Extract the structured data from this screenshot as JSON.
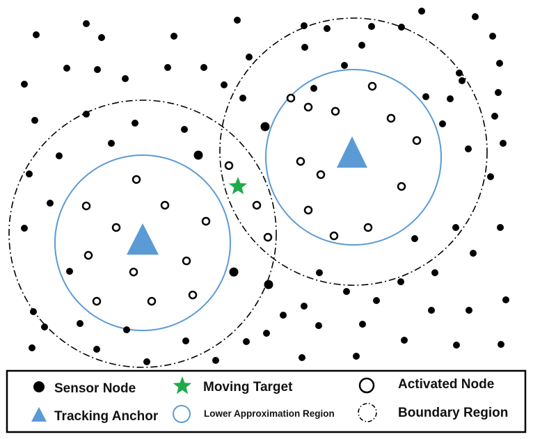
{
  "colors": {
    "sensor_node": "#000000",
    "activated_node_stroke": "#000000",
    "tracking_anchor": "#5b9bd5",
    "lower_region": "#5b9bd5",
    "boundary_region": "#000000",
    "moving_target": "#1faa4b"
  },
  "legend": {
    "sensor_node": "Sensor Node",
    "moving_target": "Moving Target",
    "activated_node": "Activated Node",
    "tracking_anchor": "Tracking Anchor",
    "lower_region": "Lower Approximation Region",
    "boundary_region": "Boundary Region"
  },
  "icons": {
    "sensor_node": "filled-circle-icon",
    "moving_target": "star-icon",
    "activated_node": "hollow-circle-icon",
    "tracking_anchor": "triangle-icon",
    "lower_region": "blue-circle-icon",
    "boundary_region": "dash-dot-circle-icon"
  }
}
